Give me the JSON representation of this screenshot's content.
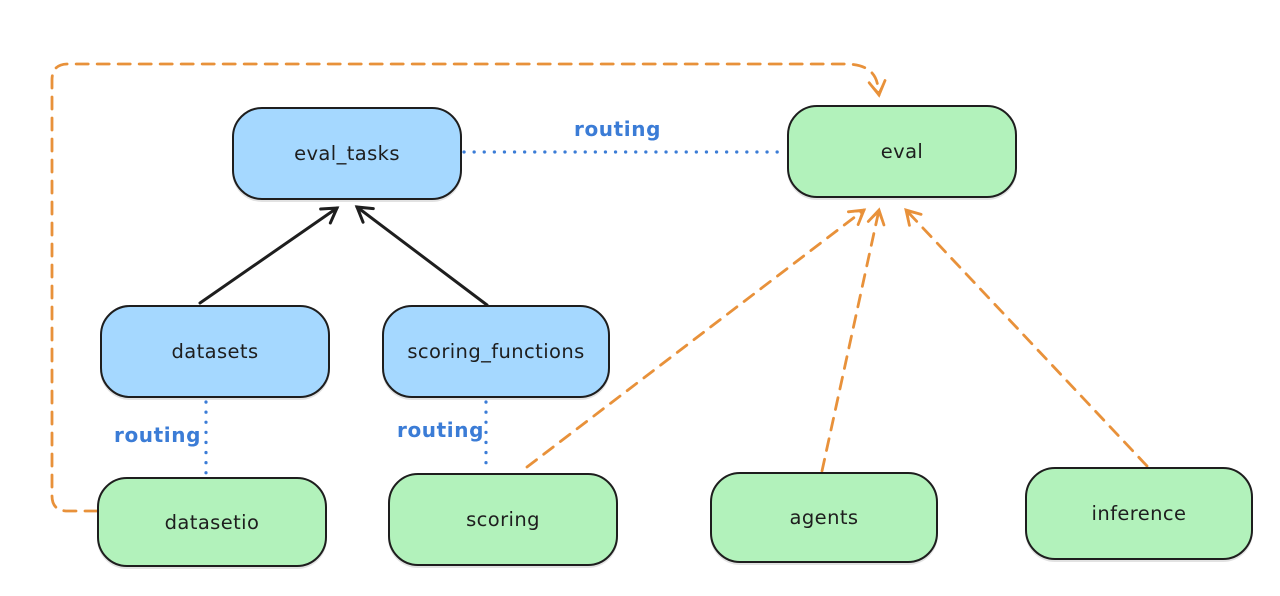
{
  "diagram": {
    "nodes": [
      {
        "id": "eval_tasks",
        "label": "eval_tasks",
        "fill": "#a5d8ff"
      },
      {
        "id": "eval",
        "label": "eval",
        "fill": "#b2f2bb"
      },
      {
        "id": "datasets",
        "label": "datasets",
        "fill": "#a5d8ff"
      },
      {
        "id": "scoring_functions",
        "label": "scoring_functions",
        "fill": "#a5d8ff"
      },
      {
        "id": "datasetio",
        "label": "datasetio",
        "fill": "#b2f2bb"
      },
      {
        "id": "scoring",
        "label": "scoring",
        "fill": "#b2f2bb"
      },
      {
        "id": "agents",
        "label": "agents",
        "fill": "#b2f2bb"
      },
      {
        "id": "inference",
        "label": "inference",
        "fill": "#b2f2bb"
      }
    ],
    "edges": [
      {
        "from": "datasets",
        "to": "eval_tasks",
        "style": "solid",
        "color": "#1e1e1e",
        "label": ""
      },
      {
        "from": "scoring_functions",
        "to": "eval_tasks",
        "style": "solid",
        "color": "#1e1e1e",
        "label": ""
      },
      {
        "from": "eval_tasks",
        "to": "eval",
        "style": "dotted",
        "color": "#3b7cd6",
        "label": "routing"
      },
      {
        "from": "datasets",
        "to": "datasetio",
        "style": "dotted",
        "color": "#3b7cd6",
        "label": "routing"
      },
      {
        "from": "scoring_functions",
        "to": "scoring",
        "style": "dotted",
        "color": "#3b7cd6",
        "label": "routing"
      },
      {
        "from": "datasetio",
        "to": "eval",
        "style": "dashed",
        "color": "#e8913a",
        "label": ""
      },
      {
        "from": "scoring",
        "to": "eval",
        "style": "dashed",
        "color": "#e8913a",
        "label": ""
      },
      {
        "from": "agents",
        "to": "eval",
        "style": "dashed",
        "color": "#e8913a",
        "label": ""
      },
      {
        "from": "inference",
        "to": "eval",
        "style": "dashed",
        "color": "#e8913a",
        "label": ""
      }
    ],
    "colors": {
      "blue_fill": "#a5d8ff",
      "green_fill": "#b2f2bb",
      "stroke": "#1e1e1e",
      "routing_blue": "#3b7cd6",
      "provider_orange": "#e8913a",
      "background": "#ffffff"
    }
  }
}
